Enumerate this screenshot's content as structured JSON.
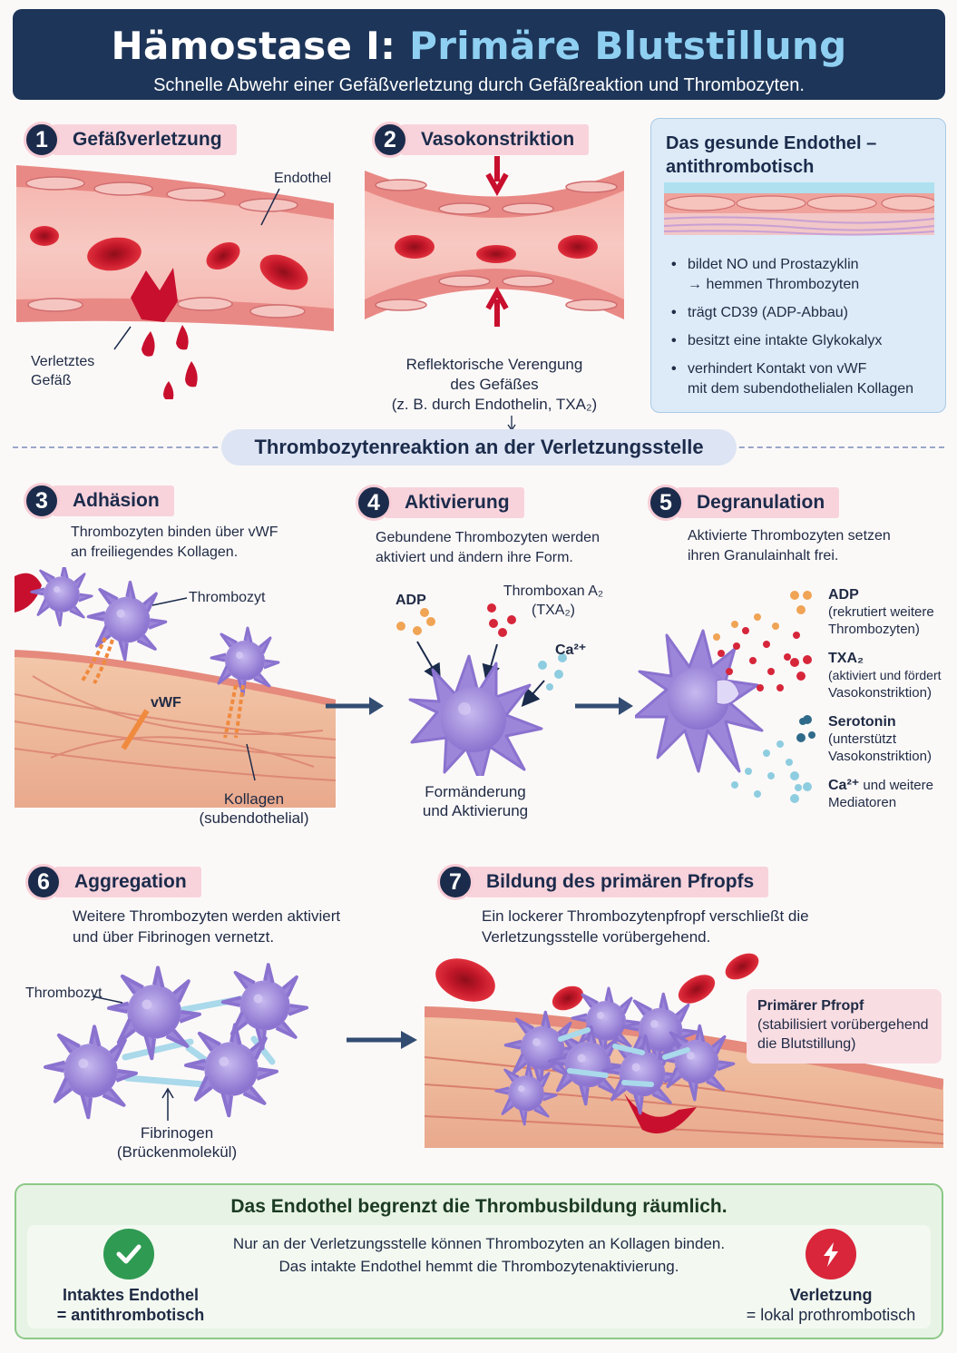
{
  "header": {
    "title_main": "Hämostase I: ",
    "title_accent": "Primäre Blutstillung",
    "subtitle": "Schnelle Abwehr einer Gefäßverletzung durch Gefäßreaktion und Thrombozyten."
  },
  "step1": {
    "num": "1",
    "title": "Gefäßverletzung",
    "label_endothel": "Endothel",
    "label_vessel_1": "Verletztes",
    "label_vessel_2": "Gefäß"
  },
  "step2": {
    "num": "2",
    "title": "Vasokonstriktion",
    "desc_1": "Reflektorische Verengung",
    "desc_2": "des Gefäßes",
    "desc_3": "(z. B. durch Endothelin, TXA₂)"
  },
  "endothel_box": {
    "title_1": "Das gesunde Endothel –",
    "title_2": "antithrombotisch",
    "items": [
      {
        "line1": "bildet NO und Prostazyklin",
        "line2": "→ hemmen Thrombozyten"
      },
      {
        "line1": "trägt CD39 (ADP-Abbau)",
        "line2": ""
      },
      {
        "line1": "besitzt eine intakte Glykokalyx",
        "line2": ""
      },
      {
        "line1": "verhindert Kontakt von vWF",
        "line2": "mit dem subendothelialen Kollagen"
      }
    ]
  },
  "section_title": "Thrombozytenreaktion an der Verletzungsstelle",
  "step3": {
    "num": "3",
    "title": "Adhäsion",
    "desc_1": "Thrombozyten binden über vWF",
    "desc_2": "an freiliegendes Kollagen.",
    "label_platelet": "Thrombozyt",
    "label_vwf": "vWF",
    "label_collagen_1": "Kollagen",
    "label_collagen_2": "(subendothelial)"
  },
  "step4": {
    "num": "4",
    "title": "Aktivierung",
    "desc_1": "Gebundene Thrombozyten werden",
    "desc_2": "aktiviert und ändern ihre Form.",
    "label_adp": "ADP",
    "label_txa_1": "Thromboxan A₂",
    "label_txa_2": "(TXA₂)",
    "label_ca": "Ca²⁺",
    "caption_1": "Formänderung",
    "caption_2": "und Aktivierung"
  },
  "step5": {
    "num": "5",
    "title": "Degranulation",
    "desc_1": "Aktivierte Thrombozyten setzen",
    "desc_2": "ihren Granulainhalt frei.",
    "legend": [
      {
        "name": "ADP",
        "l1": "(rekrutiert weitere",
        "l2": "Thrombozyten)"
      },
      {
        "name": "TXA₂",
        "l1": "(aktiviert und fördert",
        "l2": "Vasokonstriktion)"
      },
      {
        "name": "Serotonin",
        "l1": "(unterstützt",
        "l2": "Vasokonstriktion)"
      },
      {
        "name": "Ca²⁺",
        "l1": "und weitere",
        "l2": "Mediatoren"
      }
    ]
  },
  "step6": {
    "num": "6",
    "title": "Aggregation",
    "desc_1": "Weitere Thrombozyten werden aktiviert",
    "desc_2": "und über Fibrinogen vernetzt.",
    "label_platelet": "Thrombozyt",
    "label_fib_1": "Fibrinogen",
    "label_fib_2": "(Brückenmolekül)"
  },
  "step7": {
    "num": "7",
    "title": "Bildung des primären Pfropfs",
    "desc_1": "Ein lockerer Thrombozytenpfropf verschließt die",
    "desc_2": "Verletzungsstelle vorübergehend.",
    "box_title": "Primärer Pfropf",
    "box_1": "(stabilisiert vorübergehend",
    "box_2": "die Blutstillung)"
  },
  "bottom": {
    "title": "Das Endothel begrenzt die Thrombusbildung räumlich.",
    "msg_1": "Nur an der Verletzungsstelle können Thrombozyten an Kollagen binden.",
    "msg_2": "Das intakte Endothel hemmt die Thrombozytenaktivierung.",
    "left_1": "Intaktes Endothel",
    "left_2": "= antithrombotisch",
    "right_1": "Verletzung",
    "right_2": "= lokal prothrombotisch"
  },
  "colors": {
    "navy": "#1d3558",
    "pink_tag": "#f8d3dc",
    "blood": "#c8102e",
    "platelet": "#9c86d9",
    "vessel": "#e88f8a",
    "green": "#2f9a52",
    "red_icon": "#d9263a"
  }
}
